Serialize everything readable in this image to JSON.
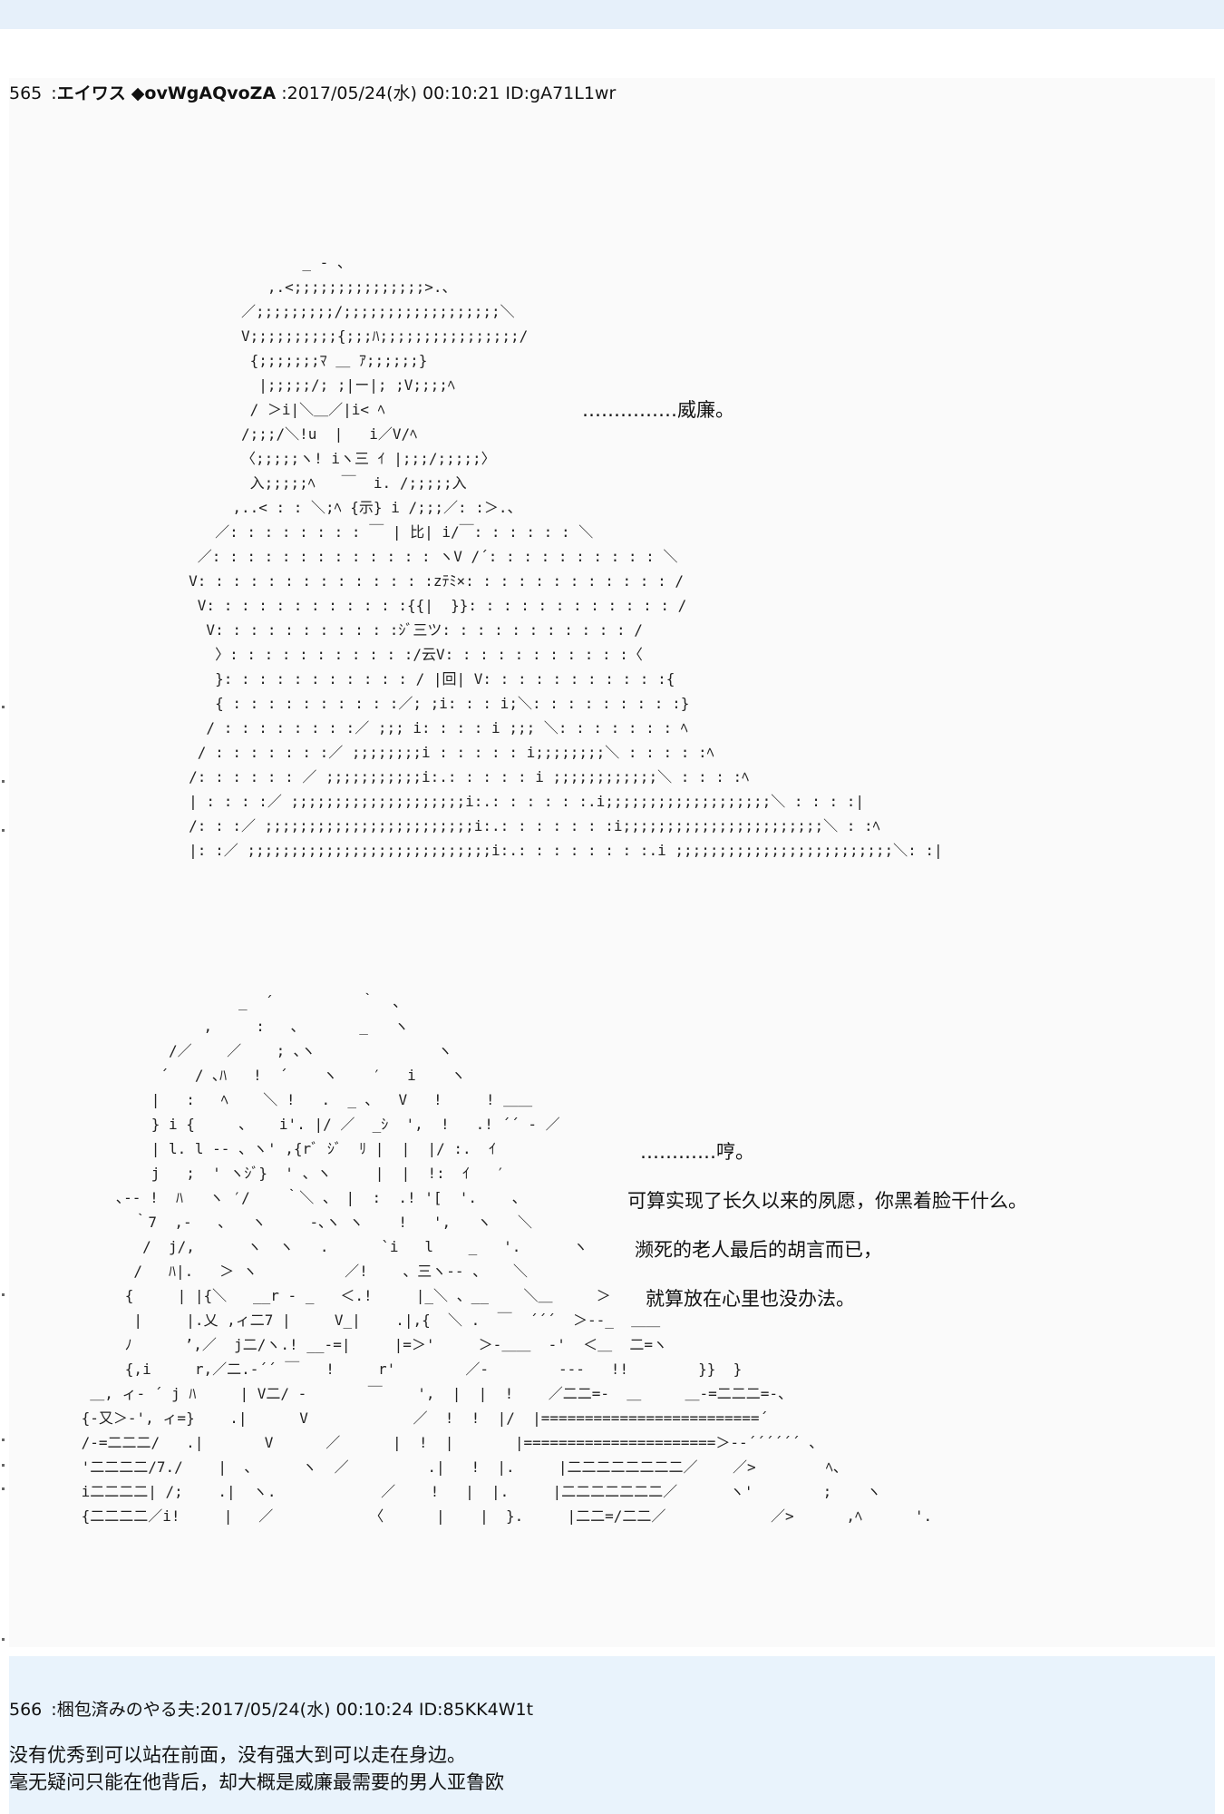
{
  "posts": [
    {
      "number": "565",
      "name": "エイワス",
      "trip": "◆ovWgAQvoZA",
      "datetime": "2017/05/24(水) 00:10:21",
      "id": "ID:gA71L1wr",
      "dialogue_1": "……………威廉。",
      "dialogue_2": "…………哼。",
      "dialogue_3": "可算实现了长久以来的夙愿，你黑着脸干什么。",
      "dialogue_4": "濒死的老人最后的胡言而已，",
      "dialogue_5": "就算放在心里也没办法。"
    },
    {
      "number": "566",
      "name": "梱包済みのやる夫",
      "datetime": "2017/05/24(水) 00:10:24",
      "id": "ID:85KK4W1t",
      "body_1": "没有优秀到可以站在前面，没有强大到可以走在身边。",
      "body_2": "毫无疑问只能在他背后，却大概是威廉最需要的男人亚鲁欧"
    }
  ],
  "colors": {
    "post_bg": "#fafafa",
    "quote_bg": "#e9f3fc",
    "top_band": "#e6f0fa"
  }
}
